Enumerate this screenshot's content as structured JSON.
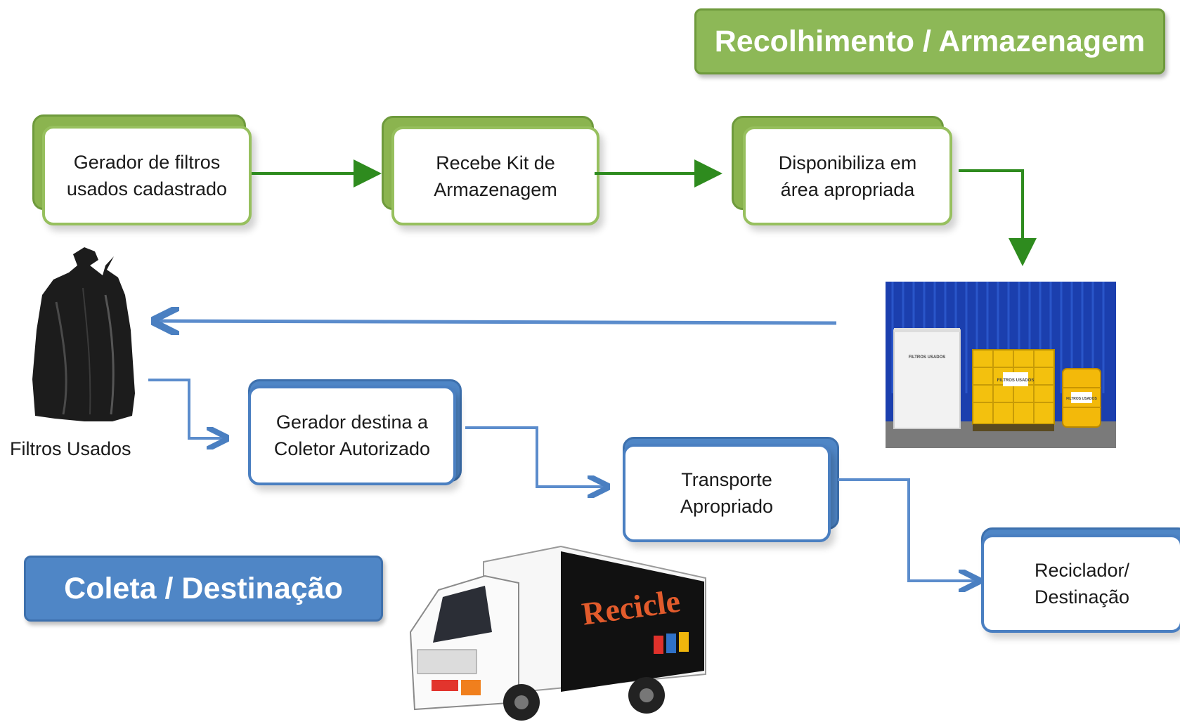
{
  "titles": {
    "top": "Recolhimento / Armazenagem",
    "bottom": "Coleta / Destinação"
  },
  "nodes": {
    "gerador": {
      "line1": "Gerador  de filtros",
      "line2": "usados cadastrado"
    },
    "kit": {
      "line1": "Recebe Kit de",
      "line2": "Armazenagem"
    },
    "disponibiliza": {
      "line1": "Disponibiliza em",
      "line2": "área apropriada"
    },
    "destina": {
      "line1": "Gerador destina a",
      "line2": "Coletor Autorizado"
    },
    "transporte": {
      "line1": "Transporte",
      "line2": "Apropriado"
    },
    "reciclador": {
      "line1": "Reciclador/",
      "line2": "Destinação"
    }
  },
  "captions": {
    "bag": "Filtros Usados"
  },
  "images": {
    "containers_labels": [
      "FILTROS USADOS",
      "FILTROS USADOS",
      "FILTROS USADOS"
    ],
    "truck_text": "Recicle"
  },
  "colors": {
    "green": "#8db857",
    "green_arrow": "#2e8b1e",
    "blue": "#4f86c6",
    "blue_arrow": "#4a7fc1"
  }
}
